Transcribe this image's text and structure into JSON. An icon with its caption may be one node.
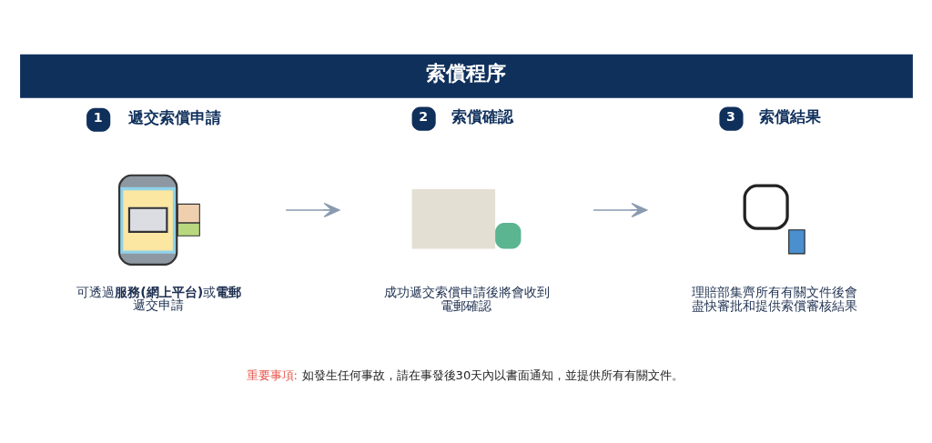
{
  "diagram": {
    "title": "索償程序",
    "nodes": [
      {
        "text": [
          "1",
          "遞交索償申請",
          "可透過**服務(網上平台)**或**電郵**遞交申請"
        ]
      },
      {
        "text": [
          "2",
          "索償確認",
          "成功遞交索償申請後將會收到電郵確認"
        ]
      },
      {
        "text": [
          "3",
          "索償結果",
          "理賠部集齊所有有關文件後會盡快審批和提供索償審核結果"
        ]
      }
    ],
    "edges": [
      {
        "from": 0,
        "to": 1,
        "arrow": "to"
      },
      {
        "from": 1,
        "to": 2,
        "arrow": "to"
      }
    ],
    "labels": [
      "重要事項:",
      "如發生任何事故，請在事發後30天內以書面通知，並提供所有有關文件。"
    ]
  }
}
